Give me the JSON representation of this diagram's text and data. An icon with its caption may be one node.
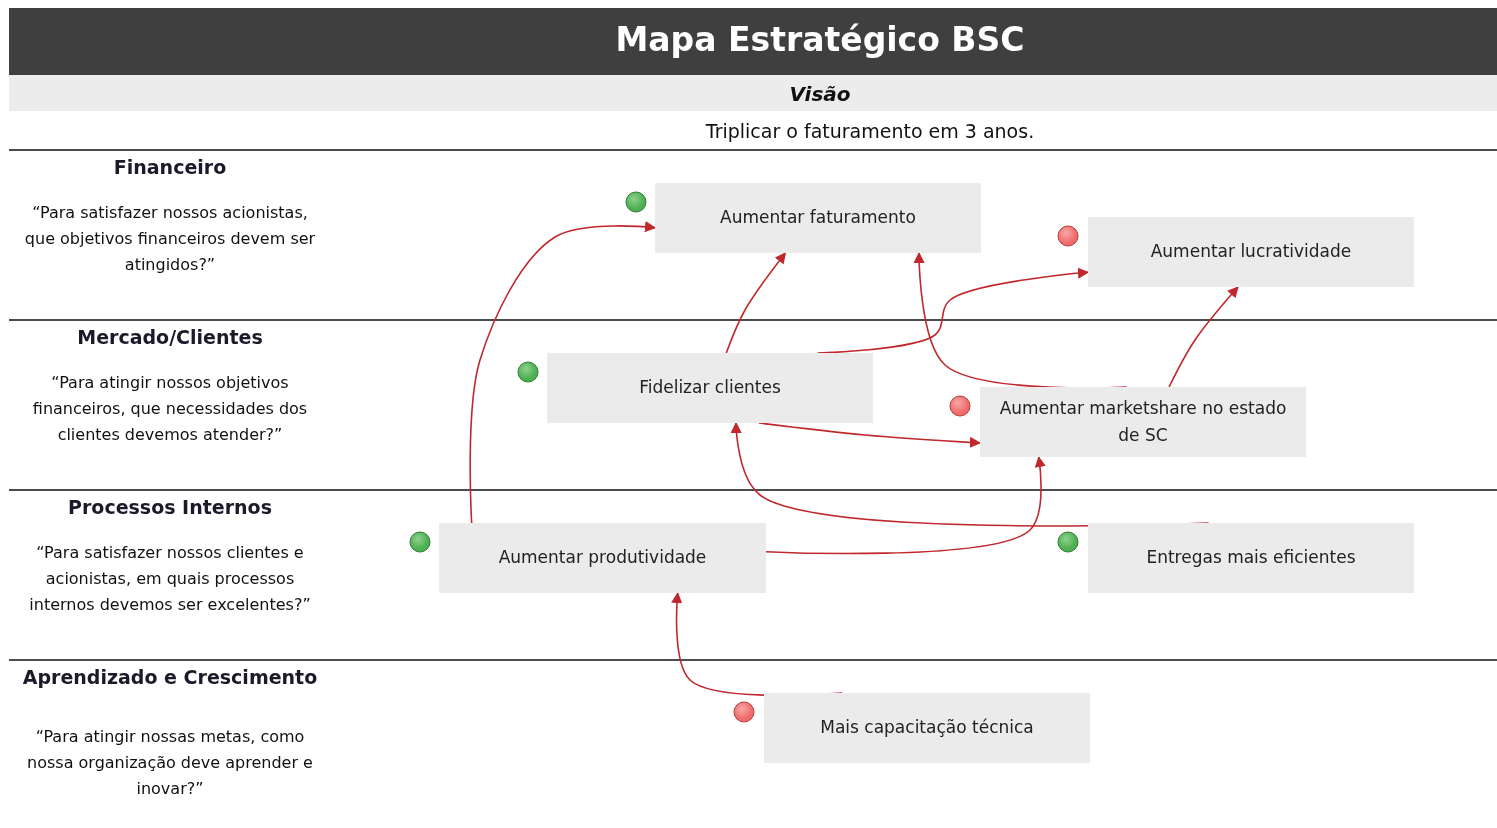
{
  "diagram": {
    "title": "Mapa Estratégico BSC",
    "nodes": [
      {
        "text": [
          "Aumentar faturamento"
        ]
      },
      {
        "text": [
          "Aumentar lucratividade"
        ]
      },
      {
        "text": [
          "Fidelizar clientes"
        ]
      },
      {
        "text": [
          "Aumentar marketshare no estado de SC"
        ]
      },
      {
        "text": [
          "Aumentar produtividade"
        ]
      },
      {
        "text": [
          "Entregas mais eficientes"
        ]
      },
      {
        "text": [
          "Mais capacitação técnica"
        ]
      }
    ],
    "edges": [
      {
        "from": 4,
        "to": 0,
        "arrow": "to"
      },
      {
        "from": 2,
        "to": 0,
        "arrow": "to"
      },
      {
        "from": 2,
        "to": 1,
        "arrow": "to"
      },
      {
        "from": 3,
        "to": 0,
        "arrow": "to"
      },
      {
        "from": 3,
        "to": 1,
        "arrow": "to"
      },
      {
        "from": 2,
        "to": 3,
        "arrow": "to"
      },
      {
        "from": 5,
        "to": 2,
        "arrow": "to"
      },
      {
        "from": 4,
        "to": 3,
        "arrow": "to"
      },
      {
        "from": 6,
        "to": 4,
        "arrow": "to"
      }
    ],
    "labels": [
      "Visão",
      "Triplicar o faturamento em 3 anos.",
      "Financeiro",
      "“Para satisfazer nossos acionistas, que objetivos financeiros devem ser atingidos?”",
      "Mercado/Clientes",
      "“Para atingir nossos objetivos financeiros, que necessidades dos clientes devemos atender?”",
      "Processos Internos",
      "“Para satisfazer nossos clientes e acionistas, em quais processos internos devemos ser excelentes?”",
      "Aprendizado e Crescimento",
      "“Para atingir nossas metas, como nossa organização deve aprender e inovar?”"
    ]
  }
}
